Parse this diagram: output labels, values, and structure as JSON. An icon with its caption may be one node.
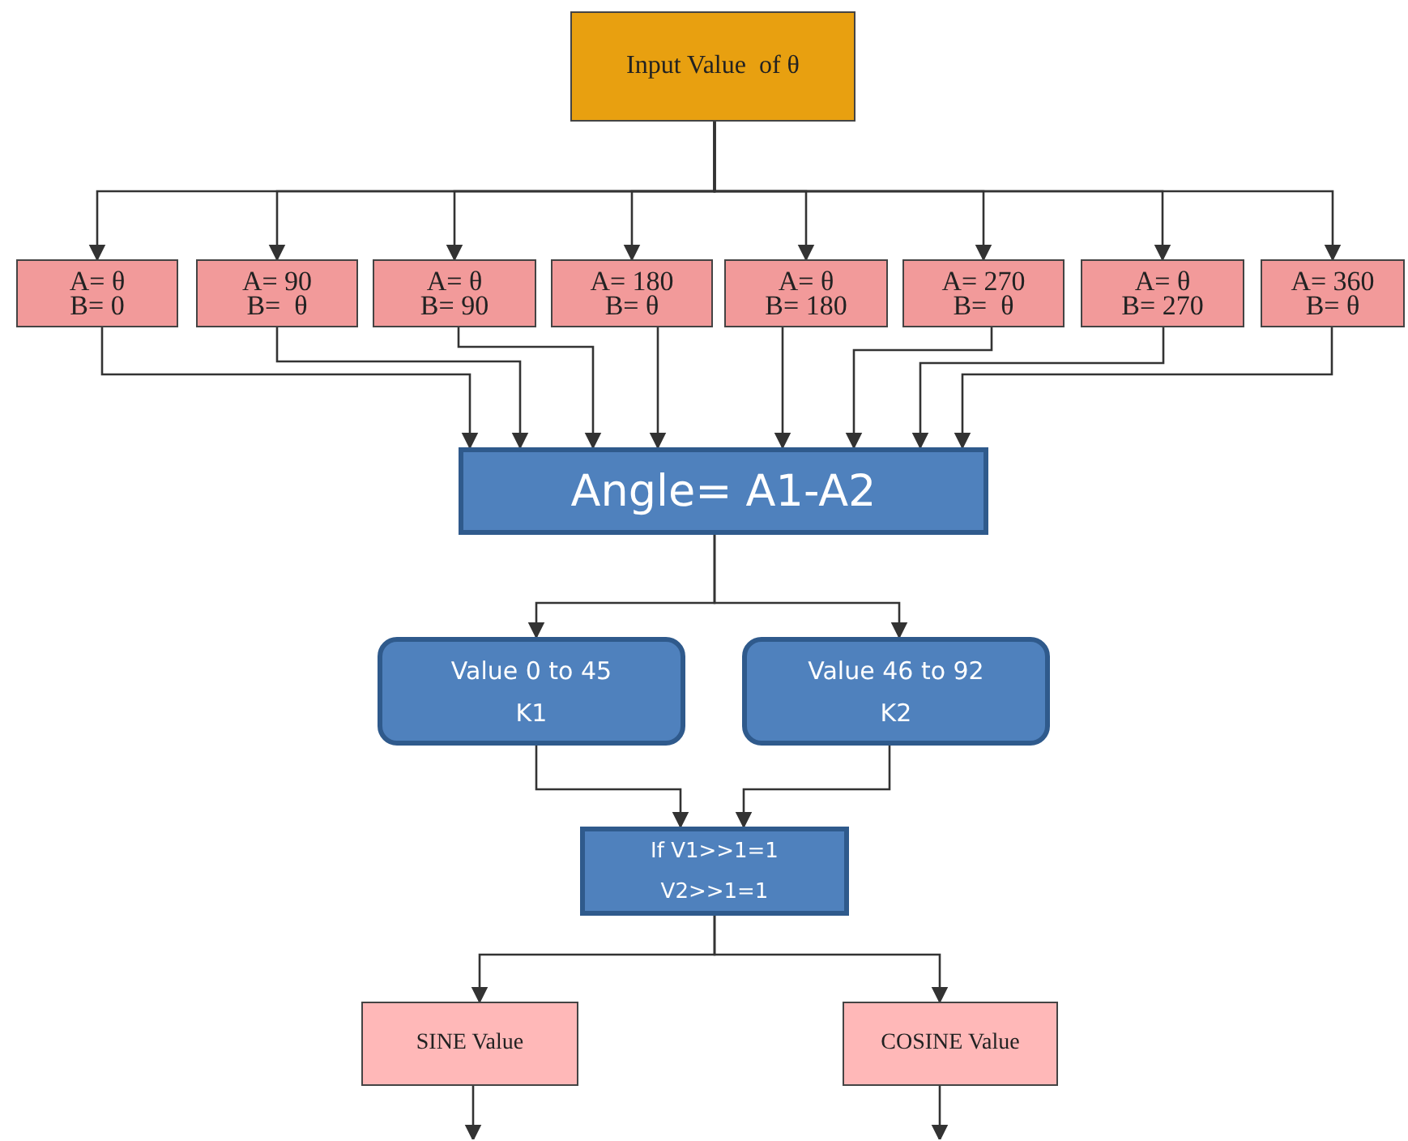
{
  "diagram": {
    "nodes": [
      {
        "text": [
          "Input Value  of θ"
        ]
      },
      {
        "text": [
          "A= θ",
          "B= 0"
        ]
      },
      {
        "text": [
          "A= 90",
          "B=  θ"
        ]
      },
      {
        "text": [
          "A= θ",
          "B= 90"
        ]
      },
      {
        "text": [
          "A= 180",
          "B= θ"
        ]
      },
      {
        "text": [
          "A= θ",
          "B= 180"
        ]
      },
      {
        "text": [
          "A= 270",
          "B=  θ"
        ]
      },
      {
        "text": [
          "A= θ",
          "B= 270"
        ]
      },
      {
        "text": [
          "A= 360",
          "B= θ"
        ]
      },
      {
        "text": [
          "Angle= A1-A2"
        ]
      },
      {
        "text": [
          "Value 0 to 45",
          "K1"
        ]
      },
      {
        "text": [
          "Value 46 to 92",
          "K2"
        ]
      },
      {
        "text": [
          "If V1>>1=1",
          "V2>>1=1"
        ]
      },
      {
        "text": [
          "SINE Value"
        ]
      },
      {
        "text": [
          "COSINE Value"
        ]
      }
    ],
    "edges": [
      {
        "from": 0,
        "to": 1,
        "arrow": "to"
      },
      {
        "from": 0,
        "to": 2,
        "arrow": "to"
      },
      {
        "from": 0,
        "to": 3,
        "arrow": "to"
      },
      {
        "from": 0,
        "to": 4,
        "arrow": "to"
      },
      {
        "from": 0,
        "to": 5,
        "arrow": "to"
      },
      {
        "from": 0,
        "to": 6,
        "arrow": "to"
      },
      {
        "from": 0,
        "to": 7,
        "arrow": "to"
      },
      {
        "from": 0,
        "to": 8,
        "arrow": "to"
      },
      {
        "from": 1,
        "to": 9,
        "arrow": "to"
      },
      {
        "from": 2,
        "to": 9,
        "arrow": "to"
      },
      {
        "from": 3,
        "to": 9,
        "arrow": "to"
      },
      {
        "from": 4,
        "to": 9,
        "arrow": "to"
      },
      {
        "from": 5,
        "to": 9,
        "arrow": "to"
      },
      {
        "from": 6,
        "to": 9,
        "arrow": "to"
      },
      {
        "from": 7,
        "to": 9,
        "arrow": "to"
      },
      {
        "from": 8,
        "to": 9,
        "arrow": "to"
      },
      {
        "from": 9,
        "to": 10,
        "arrow": "to"
      },
      {
        "from": 9,
        "to": 11,
        "arrow": "to"
      },
      {
        "from": 10,
        "to": 12,
        "arrow": "to"
      },
      {
        "from": 11,
        "to": 12,
        "arrow": "to"
      },
      {
        "from": 12,
        "to": 13,
        "arrow": "to"
      },
      {
        "from": 12,
        "to": 14,
        "arrow": "to"
      },
      {
        "from": 13,
        "to": null,
        "arrow": "to"
      },
      {
        "from": 14,
        "to": null,
        "arrow": "to"
      }
    ]
  }
}
